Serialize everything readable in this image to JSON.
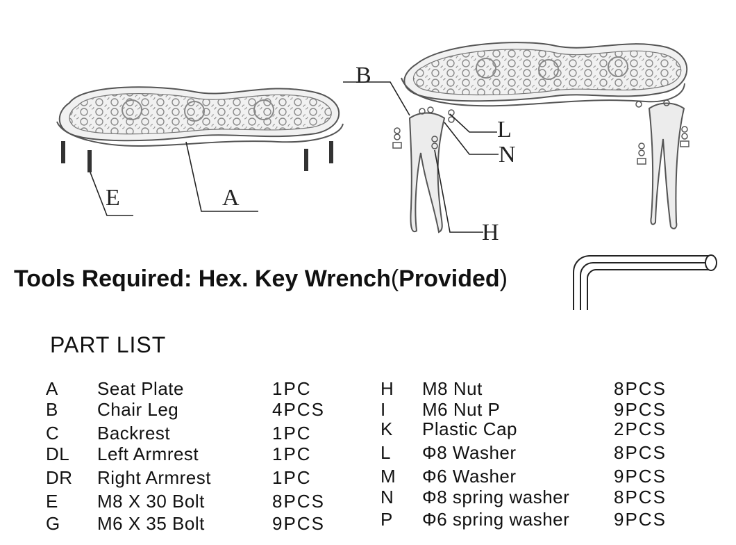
{
  "callouts": {
    "A": "A",
    "B": "B",
    "E": "E",
    "H": "H",
    "L": "L",
    "N": "N"
  },
  "tools": {
    "label": "Tools Required: Hex. Key Wrench",
    "paren_open": "(",
    "provided": "Provided",
    "paren_close": ")"
  },
  "part_list_title": "PART LIST",
  "parts_left": [
    {
      "code": "A",
      "name": "Seat  Plate",
      "qty": "1PC"
    },
    {
      "code": "B",
      "name": "Chair Leg",
      "qty": "4PCS"
    },
    {
      "code": "C",
      "name": "Backrest",
      "qty": "1PC"
    },
    {
      "code": "DL",
      "name": "Left Armrest",
      "qty": "1PC"
    },
    {
      "code": "DR",
      "name": "Right Armrest",
      "qty": "1PC"
    },
    {
      "code": "E",
      "name": "M8 X 30 Bolt",
      "qty": "8PCS"
    },
    {
      "code": "G",
      "name": "M6 X 35 Bolt",
      "qty": "9PCS"
    }
  ],
  "parts_right": [
    {
      "code": "H",
      "name": "M8  Nut",
      "qty": "8PCS"
    },
    {
      "code": "I",
      "name": "M6  Nut P",
      "qty": "9PCS"
    },
    {
      "code": "K",
      "name": "Plastic Cap",
      "qty": "2PCS"
    },
    {
      "code": "L",
      "name": "Φ8 Washer",
      "qty": "8PCS"
    },
    {
      "code": "M",
      "name": "Φ6 Washer",
      "qty": "9PCS"
    },
    {
      "code": "N",
      "name": "Φ8 spring washer",
      "qty": "8PCS"
    },
    {
      "code": "P",
      "name": "Φ6 spring washer",
      "qty": "9PCS"
    }
  ]
}
